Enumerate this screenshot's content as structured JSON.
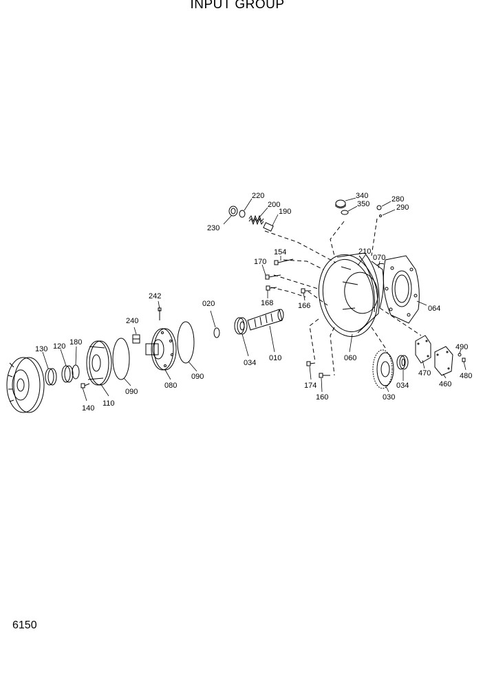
{
  "title": "INPUT GROUP",
  "page_number": "6150",
  "part_labels": {
    "p230": "230",
    "p220": "220",
    "p200": "200",
    "p190": "190",
    "p340": "340",
    "p350": "350",
    "p280": "280",
    "p290": "290",
    "p154": "154",
    "p170": "170",
    "p210": "210",
    "p070": "070",
    "p064": "064",
    "p166": "166",
    "p168": "168",
    "p242": "242",
    "p020": "020",
    "p240": "240",
    "p130": "130",
    "p120": "120",
    "p180": "180",
    "p110": "110",
    "p140": "140",
    "p090a": "090",
    "p080": "080",
    "p090b": "090",
    "p034a": "034",
    "p010": "010",
    "p060": "060",
    "p174": "174",
    "p160": "160",
    "p030": "030",
    "p034b": "034",
    "p470": "470",
    "p460": "460",
    "p490": "490",
    "p480": "480"
  }
}
